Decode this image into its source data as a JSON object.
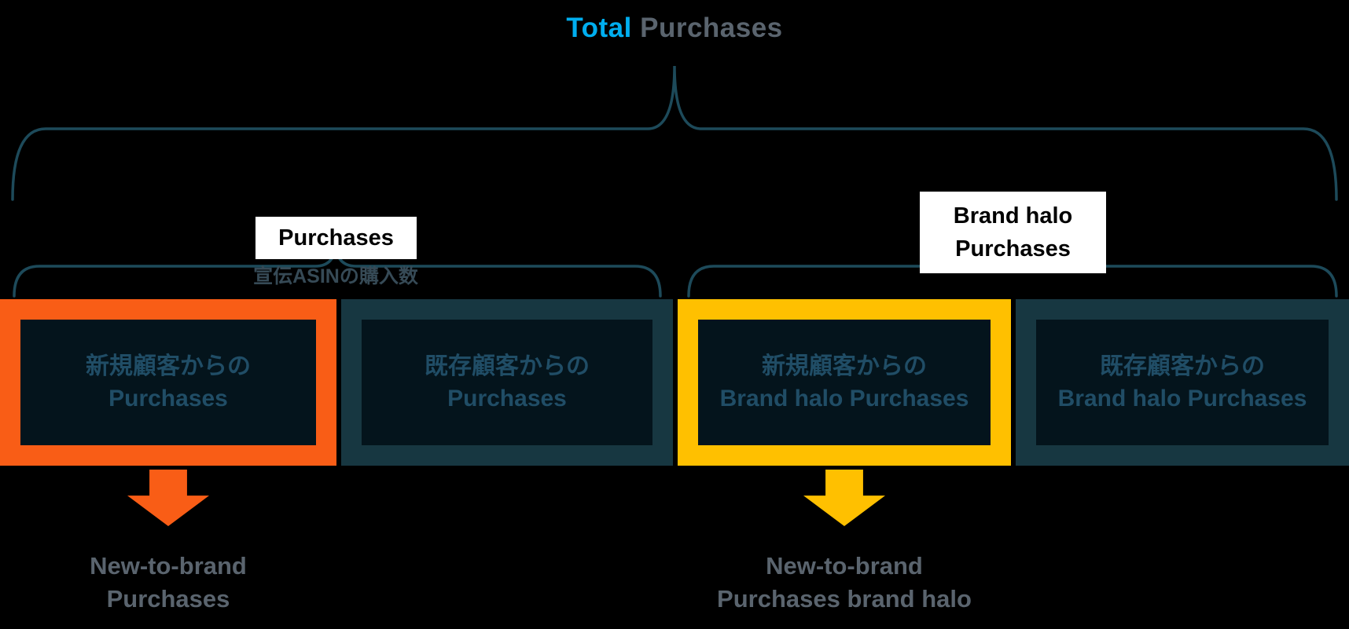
{
  "title": {
    "highlight": "Total",
    "rest": "Purchases"
  },
  "groups": {
    "purchases": {
      "label": "Purchases",
      "sublabel": "宣伝ASINの購入数"
    },
    "brand_halo": {
      "line1": "Brand halo",
      "line2": "Purchases"
    }
  },
  "boxes": [
    {
      "line1": "新規顧客からの",
      "line2": "Purchases"
    },
    {
      "line1": "既存顧客からの",
      "line2": "Purchases"
    },
    {
      "line1": "新規顧客からの",
      "line2": "Brand halo Purchases"
    },
    {
      "line1": "既存顧客からの",
      "line2": "Brand halo Purchases"
    }
  ],
  "callouts": [
    {
      "line1": "New-to-brand",
      "line2": "Purchases"
    },
    {
      "line1": "New-to-brand",
      "line2": "Purchases brand halo"
    }
  ],
  "colors": {
    "bg": "#000000",
    "title-accent": "#00AEEF",
    "muted": "#5A646E",
    "brace": "#1D4A5A",
    "orange": "#F95D16",
    "amber": "#FFC000",
    "teal-frame": "#173741",
    "box-inner": "#04141C",
    "box-text": "#204D66",
    "label-bg": "#FFFFFF",
    "label-text": "#000000",
    "sub-jp": "#364A56"
  }
}
